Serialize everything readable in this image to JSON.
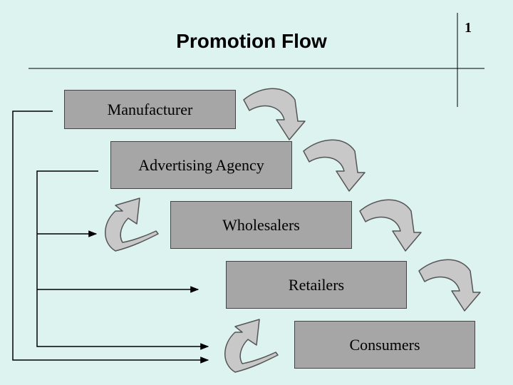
{
  "slide": {
    "title": "Promotion Flow",
    "number": "1"
  },
  "boxes": {
    "manufacturer": "Manufacturer",
    "agency": "Advertising Agency",
    "wholesalers": "Wholesalers",
    "retailers": "Retailers",
    "consumers": "Consumers"
  },
  "colors": {
    "background": "#dcf3f0",
    "box_fill": "#a6a6a6",
    "arrow_fill": "#c8c8c8",
    "line": "#000000"
  }
}
